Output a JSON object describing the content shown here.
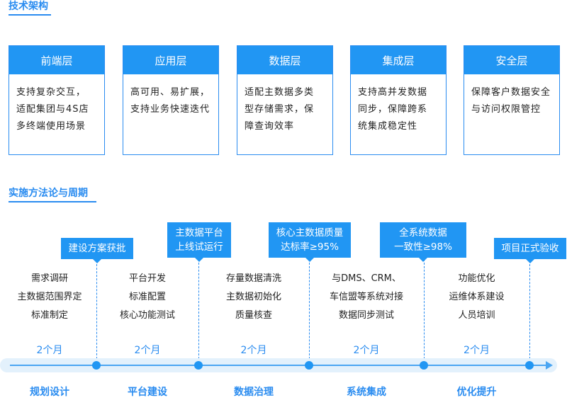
{
  "arch": {
    "title": "技术架构",
    "layers": [
      {
        "name": "前端层",
        "lines": [
          "支持复杂交互，",
          "适配集团与4S店",
          "多终端使用场景"
        ]
      },
      {
        "name": "应用层",
        "lines": [
          "高可用、易扩展，",
          "支持业务快速迭代"
        ]
      },
      {
        "name": "数据层",
        "lines": [
          "适配主数据多类",
          "型存储需求，保",
          "障查询效率"
        ]
      },
      {
        "name": "集成层",
        "lines": [
          "支持高并发数据",
          "同步，保障跨系",
          "统集成稳定性"
        ]
      },
      {
        "name": "安全层",
        "lines": [
          "保障客户数据安全",
          "与访问权限管控"
        ]
      }
    ]
  },
  "method": {
    "title": "实施方法论与周期",
    "milestones": [
      [
        "建设方案获批"
      ],
      [
        "主数据平台",
        "上线试运行"
      ],
      [
        "核心主数据质量",
        "达标率≥95%"
      ],
      [
        "全系统数据",
        "一致性≥98%"
      ],
      [
        "项目正式验收"
      ]
    ],
    "phases": [
      {
        "tasks": [
          "需求调研",
          "主数据范围界定",
          "标准制定"
        ],
        "duration": "2个月",
        "name": "规划设计"
      },
      {
        "tasks": [
          "平台开发",
          "标准配置",
          "核心功能测试"
        ],
        "duration": "2个月",
        "name": "平台建设"
      },
      {
        "tasks": [
          "存量数据清洗",
          "主数据初始化",
          "质量核查"
        ],
        "duration": "2个月",
        "name": "数据治理"
      },
      {
        "tasks": [
          "与DMS、CRM、",
          "车信盟等系统对接",
          "数据同步测试"
        ],
        "duration": "2个月",
        "name": "系统集成"
      },
      {
        "tasks": [
          "功能优化",
          "运维体系建设",
          "人员培训"
        ],
        "duration": "2个月",
        "name": "优化提升"
      }
    ]
  }
}
